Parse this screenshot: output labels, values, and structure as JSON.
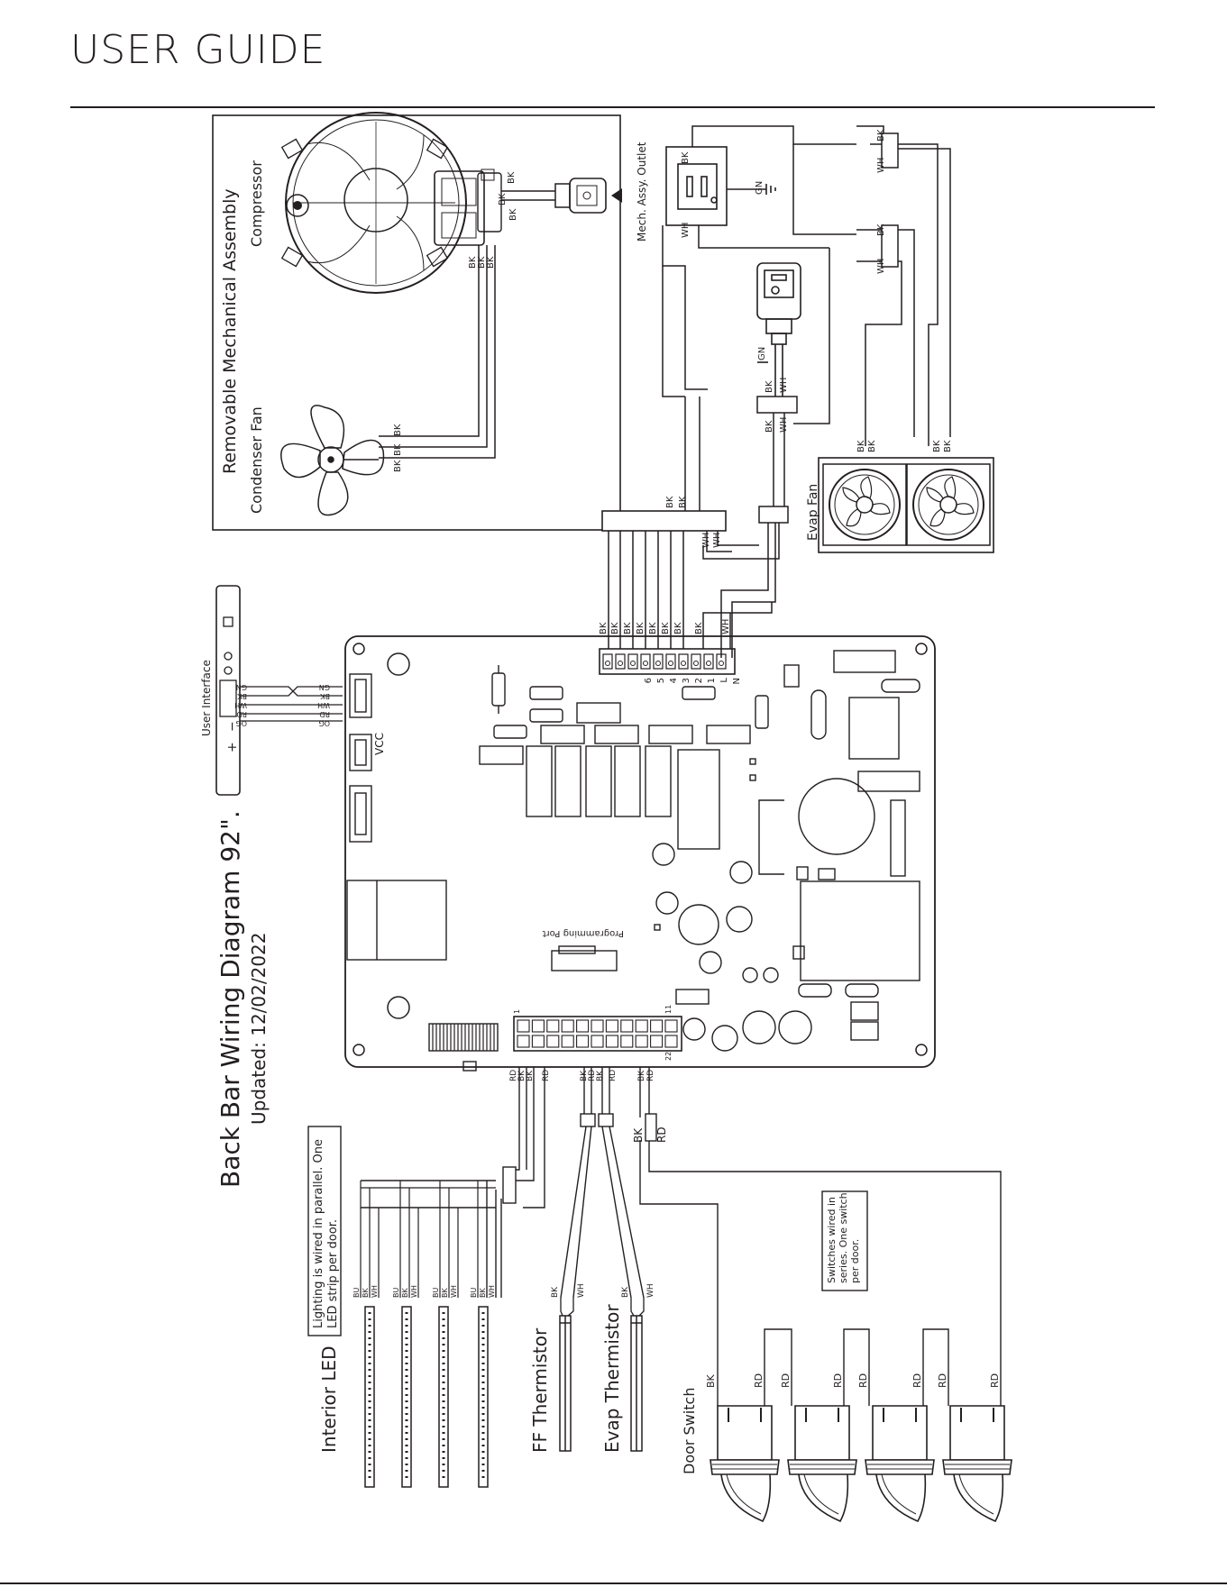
{
  "header": {
    "title": "USER GUIDE"
  },
  "diagram": {
    "title": "Back Bar Wiring Diagram 92\".",
    "updated": "Updated: 12/02/2022",
    "mechanical_assembly": "Removable Mechanical Assembly",
    "compressor": "Compressor",
    "condenser_fan": "Condenser Fan",
    "mech_outlet": "Mech. Assy. Outlet",
    "evap_fan": "Evap Fan",
    "user_interface": "User Interface",
    "vcc": "VCC",
    "programming_port": "Programming Port",
    "lighting_note_1": "Lighting is wired in parallel. One",
    "lighting_note_2": "LED strip per door.",
    "switch_note_1": "Switches wired in",
    "switch_note_2": "series. One switch",
    "switch_note_3": "per door.",
    "interior_led": "Interior LED",
    "ff_thermistor": "FF Thermistor",
    "evap_thermistor": "Evap Thermistor",
    "door_switch": "Door Switch",
    "ui_plus": "+",
    "ui_minus": "−",
    "connector_pin_1": "1",
    "connector_pin_11": "11",
    "connector_pin_22": "22",
    "terminal_labels": [
      "6",
      "5",
      "4",
      "3",
      "2",
      "1",
      "L",
      "N"
    ],
    "ui_wire_colors": [
      "GN",
      "BK",
      "WH",
      "RD",
      "OG"
    ],
    "wire_bk": "BK",
    "wire_wh": "WH",
    "wire_rd": "RD",
    "wire_bu": "BU",
    "wire_gn": "GN"
  }
}
